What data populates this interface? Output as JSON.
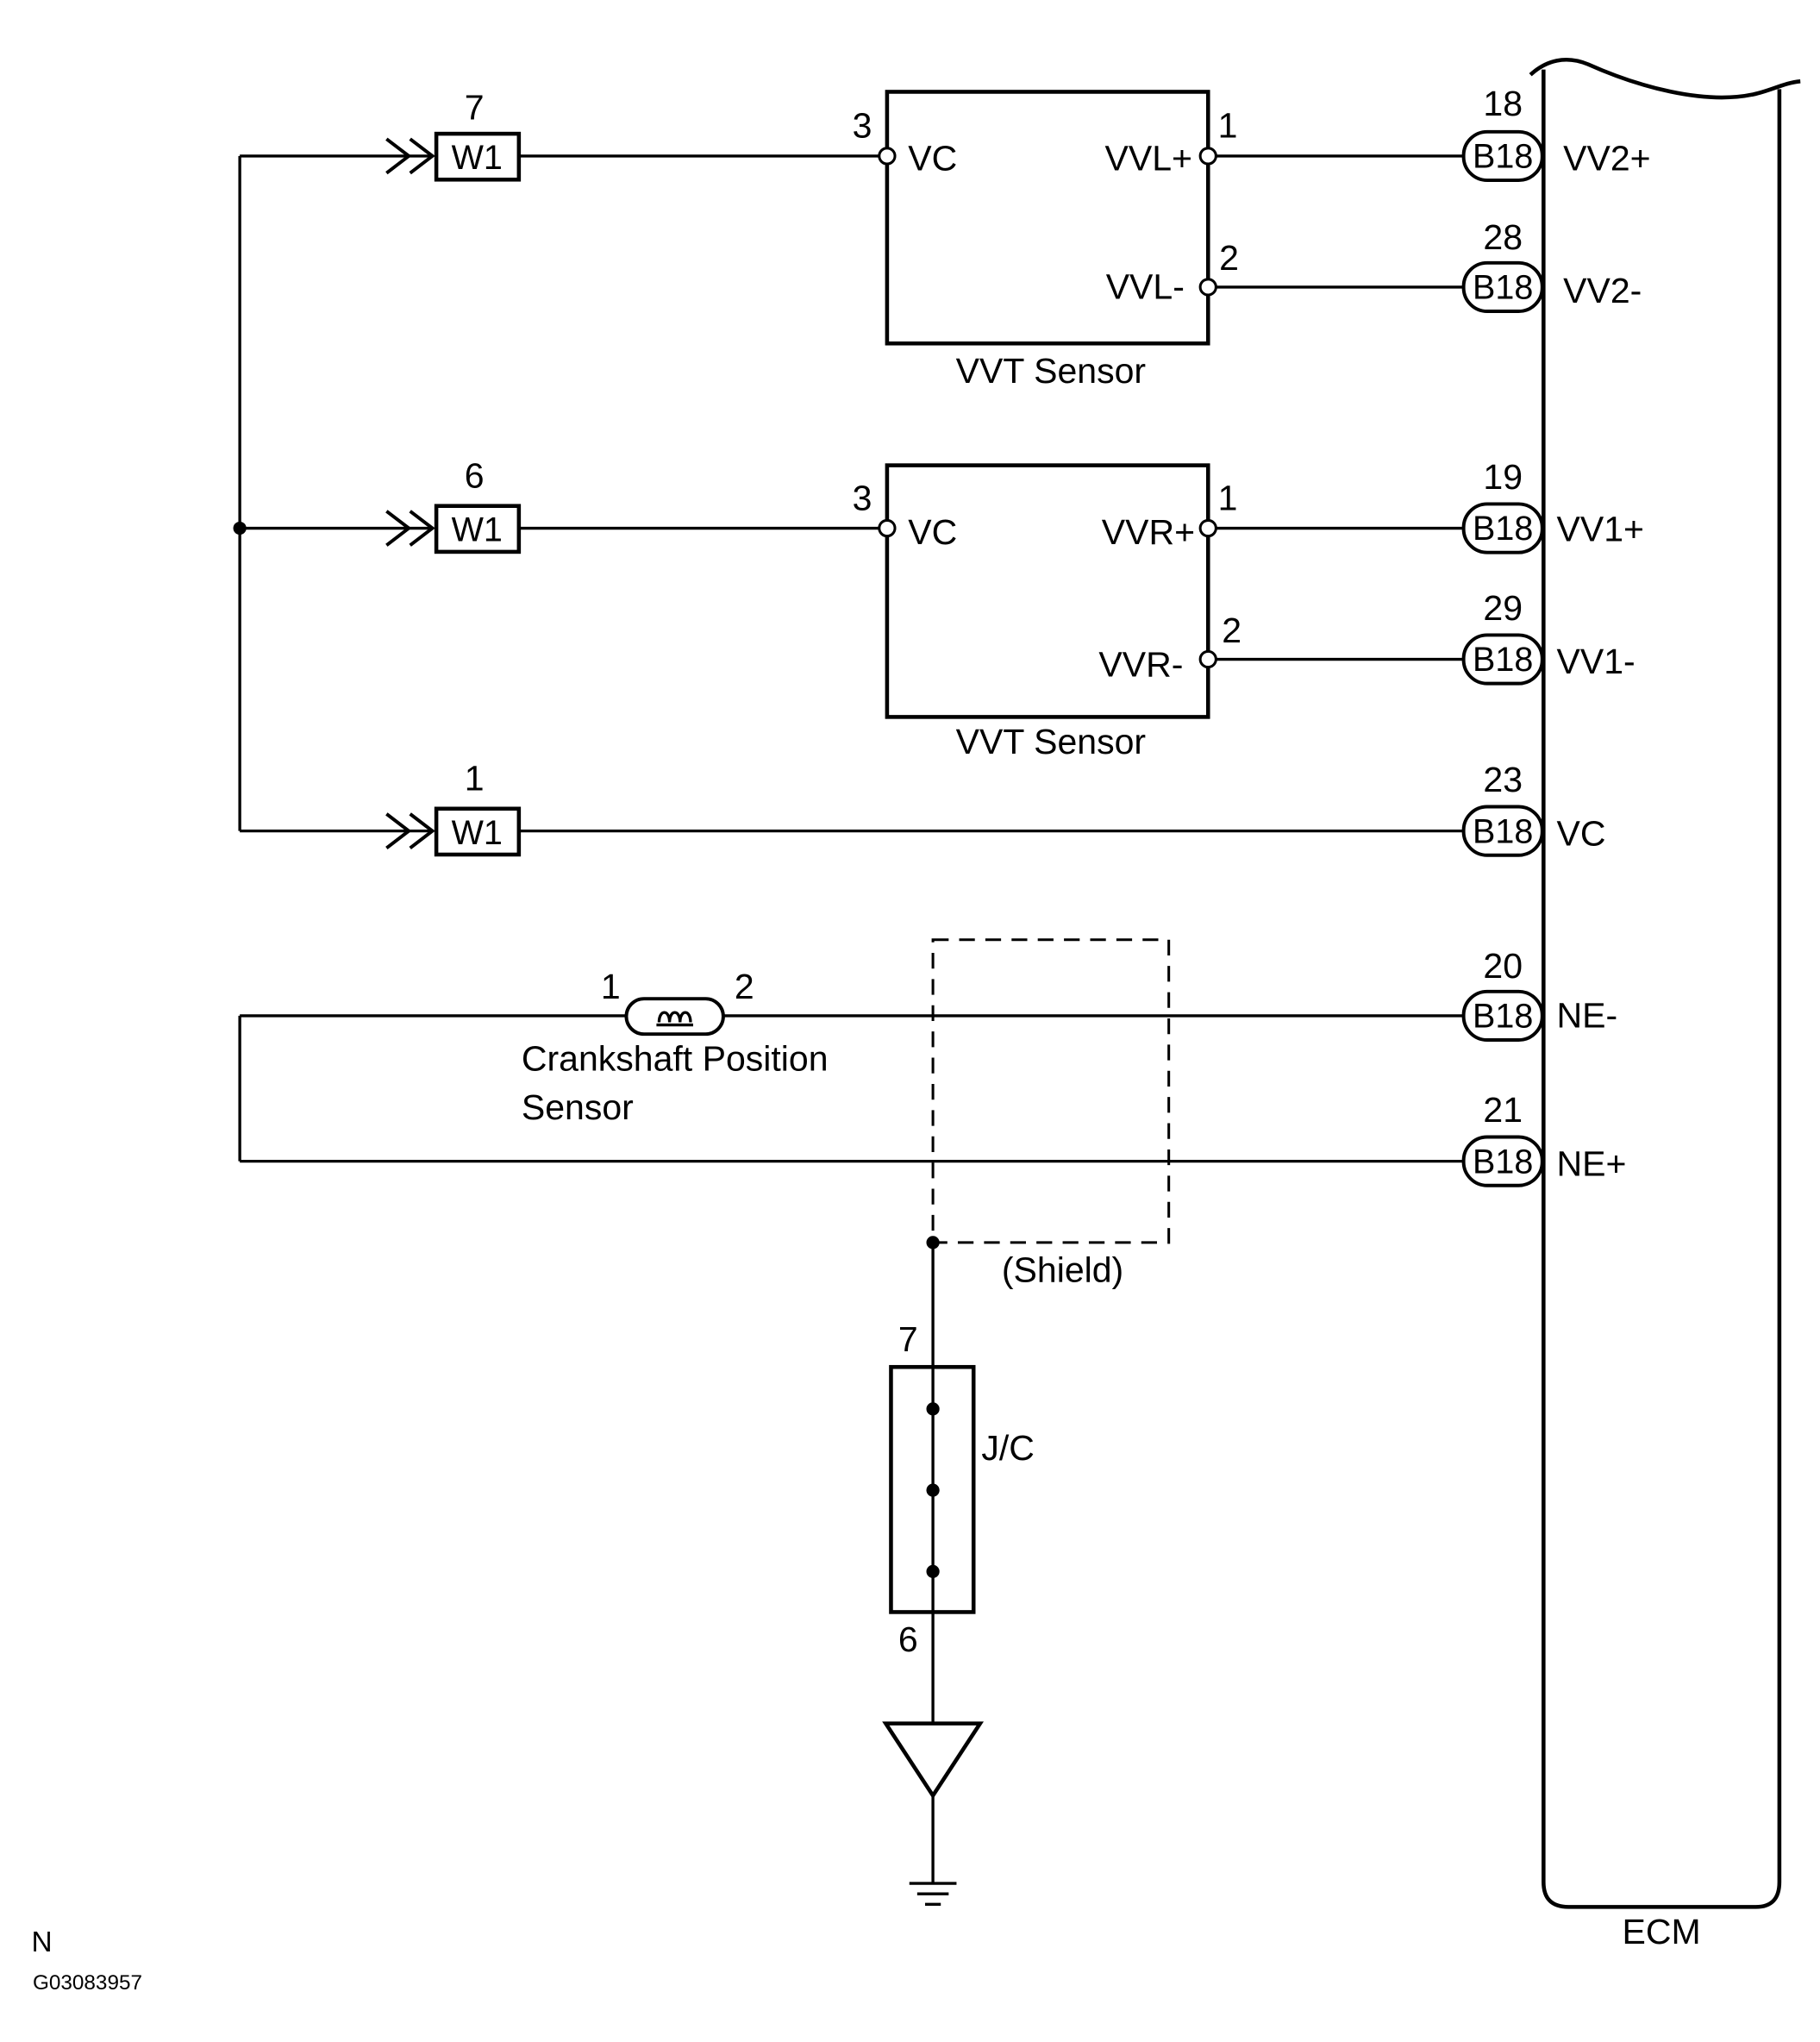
{
  "ecm": {
    "label": "ECM",
    "pins": [
      {
        "connector": "B18",
        "pin": "18",
        "signal": "VV2+"
      },
      {
        "connector": "B18",
        "pin": "28",
        "signal": "VV2-"
      },
      {
        "connector": "B18",
        "pin": "19",
        "signal": "VV1+"
      },
      {
        "connector": "B18",
        "pin": "29",
        "signal": "VV1-"
      },
      {
        "connector": "B18",
        "pin": "23",
        "signal": "VC"
      },
      {
        "connector": "B18",
        "pin": "20",
        "signal": "NE-"
      },
      {
        "connector": "B18",
        "pin": "21",
        "signal": "NE+"
      }
    ]
  },
  "w1_connectors": [
    {
      "connector": "W1",
      "pin": "7"
    },
    {
      "connector": "W1",
      "pin": "6"
    },
    {
      "connector": "W1",
      "pin": "1"
    }
  ],
  "vvt_sensors": [
    {
      "label": "VVT Sensor",
      "terminals": [
        {
          "pin": "3",
          "name": "VC"
        },
        {
          "pin": "1",
          "name": "VVL+"
        },
        {
          "pin": "2",
          "name": "VVL-"
        }
      ]
    },
    {
      "label": "VVT Sensor",
      "terminals": [
        {
          "pin": "3",
          "name": "VC"
        },
        {
          "pin": "1",
          "name": "VVR+"
        },
        {
          "pin": "2",
          "name": "VVR-"
        }
      ]
    }
  ],
  "crankshaft_position_sensor": {
    "label_lines": [
      "Crankshaft Position",
      "Sensor"
    ],
    "pins": [
      "1",
      "2"
    ]
  },
  "shield": {
    "label": "(Shield)"
  },
  "junction_connector": {
    "label": "J/C",
    "pin_top": "7",
    "pin_bottom": "6"
  },
  "footer": {
    "mark": "N",
    "figure_id": "G03083957"
  }
}
